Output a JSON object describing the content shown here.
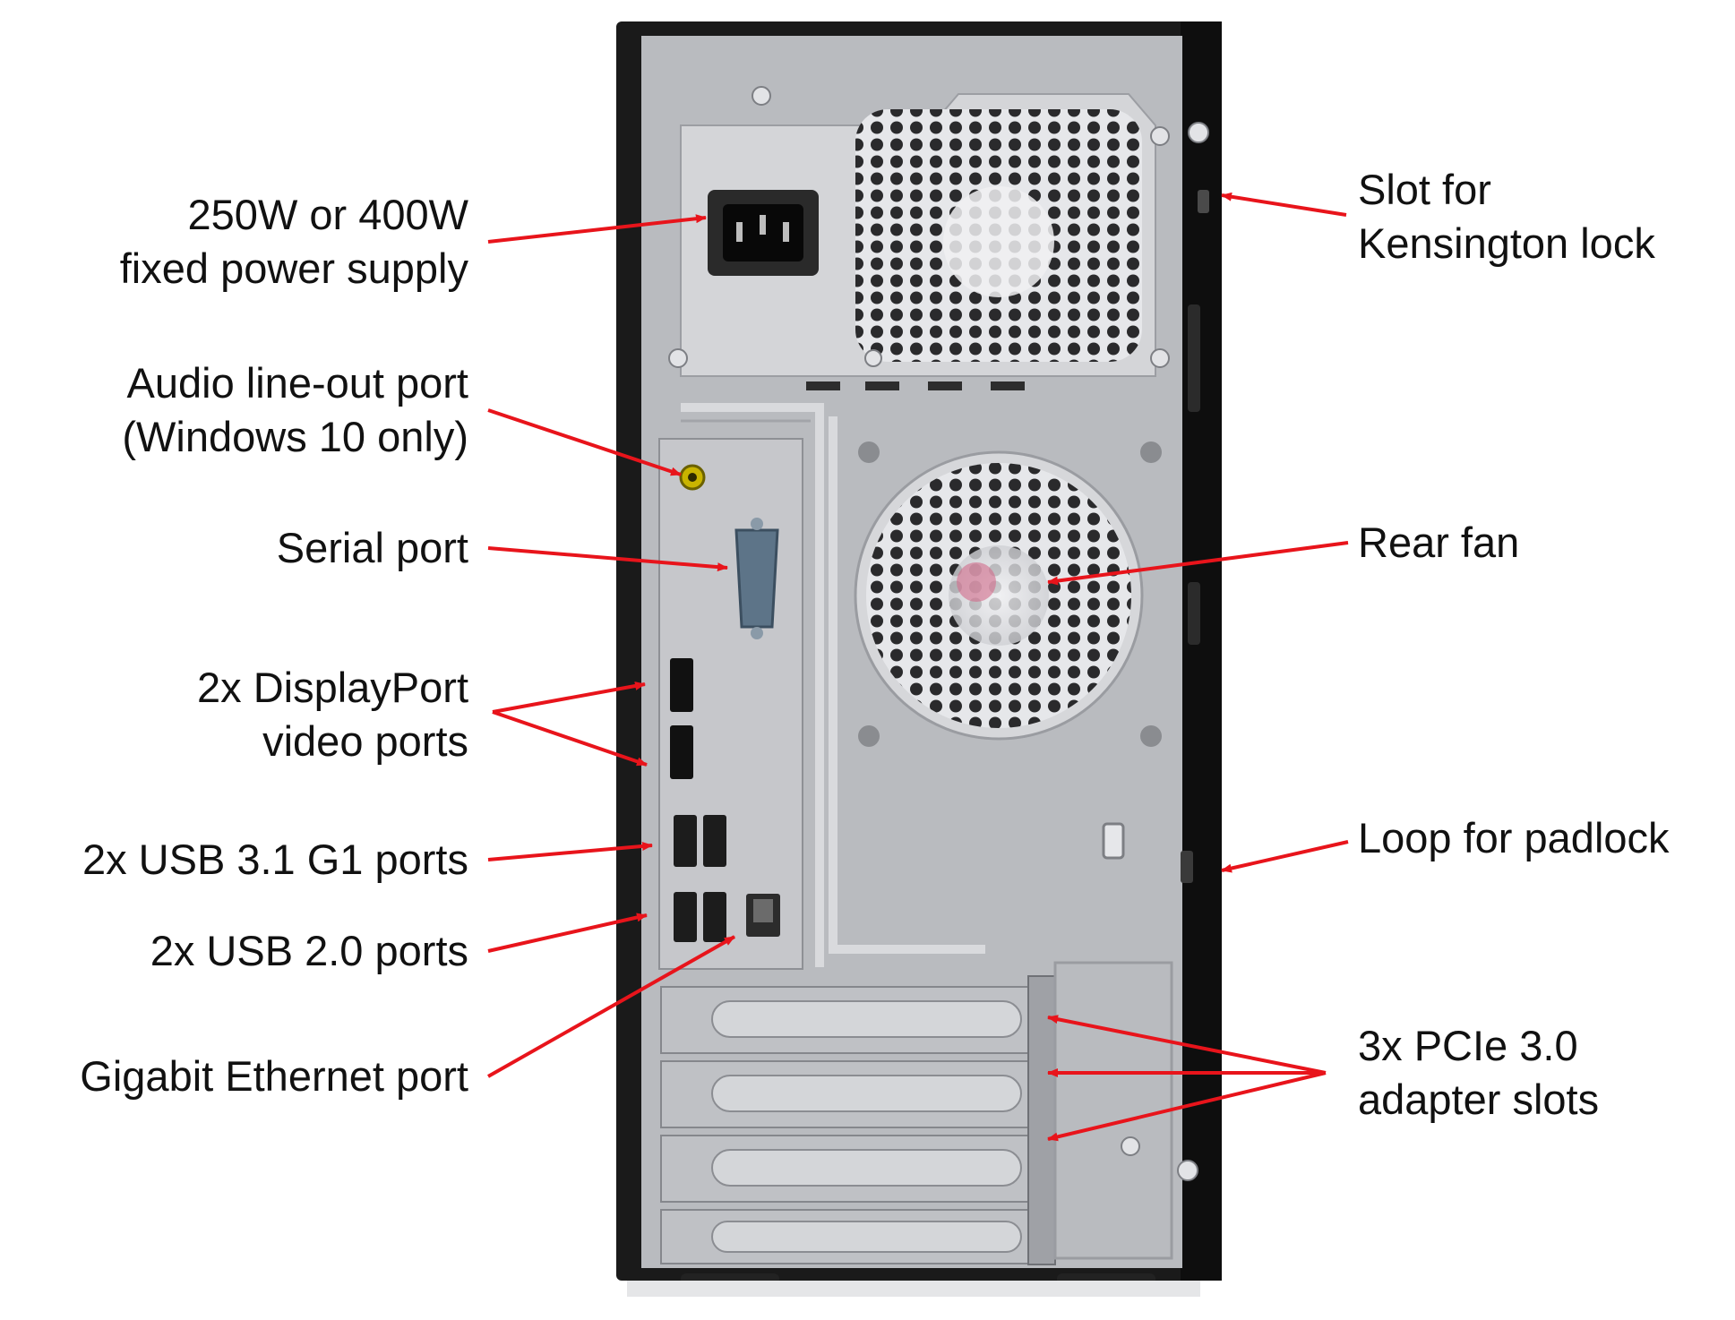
{
  "callouts": {
    "psu": [
      "250W or 400W",
      "fixed power supply"
    ],
    "audio": [
      "Audio line-out port",
      "(Windows 10 only)"
    ],
    "serial": [
      "Serial port"
    ],
    "displayport": [
      "2x DisplayPort",
      "video ports"
    ],
    "usb31": [
      "2x USB 3.1 G1 ports"
    ],
    "usb20": [
      "2x USB 2.0 ports"
    ],
    "ethernet": [
      "Gigabit Ethernet port"
    ],
    "kensington": [
      "Slot for",
      "Kensington lock"
    ],
    "rear_fan": [
      "Rear fan"
    ],
    "padlock": [
      "Loop for padlock"
    ],
    "pcie": [
      "3x PCIe 3.0",
      "adapter slots"
    ]
  },
  "colors": {
    "arrow": "#e8141b",
    "chassis_frame": "#1a1a1a",
    "rear_panel": "#b9bbbf",
    "panel_light": "#d4d5d8",
    "port_black": "#111111",
    "audio_jack": "#c9b400",
    "serial_blue": "#5d7488"
  }
}
